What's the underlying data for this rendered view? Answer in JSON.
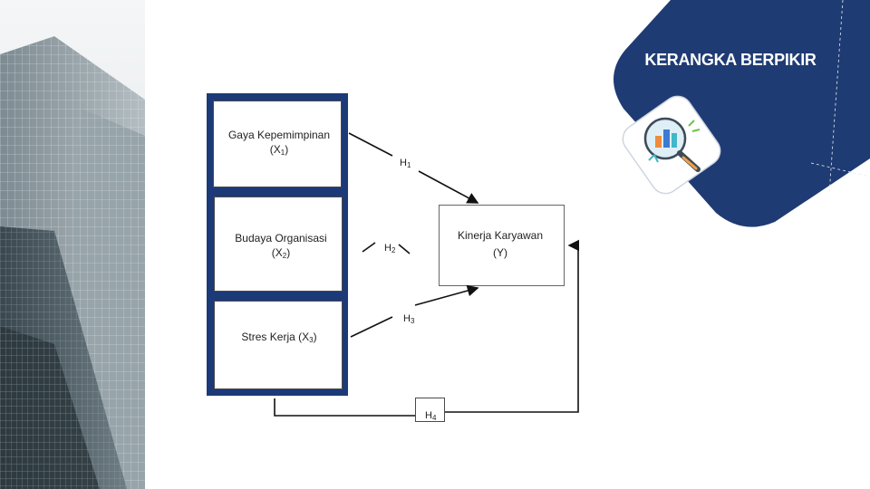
{
  "slide": {
    "title": "KERANGKA BERPIKIR",
    "accent_color": "#1f3b73",
    "icon": "magnifier-chart-icon"
  },
  "diagram": {
    "x1": {
      "name": "Gaya Kepemimpinan",
      "code": "(X",
      "sub": "1",
      "close": ")"
    },
    "x2": {
      "name": "Budaya Organisasi",
      "code": "(X",
      "sub": "2",
      "close": ")"
    },
    "x3": {
      "name": "Stres Kerja (X",
      "sub": "3",
      "close": ")"
    },
    "y": {
      "name": "Kinerja Karyawan",
      "code": "(Y)"
    },
    "h1": {
      "h": "H",
      "sub": "1"
    },
    "h2": {
      "h": "H",
      "sub": "2"
    },
    "h3": {
      "h": "H",
      "sub": "3"
    },
    "h4": {
      "h": "H",
      "sub": "4"
    }
  }
}
